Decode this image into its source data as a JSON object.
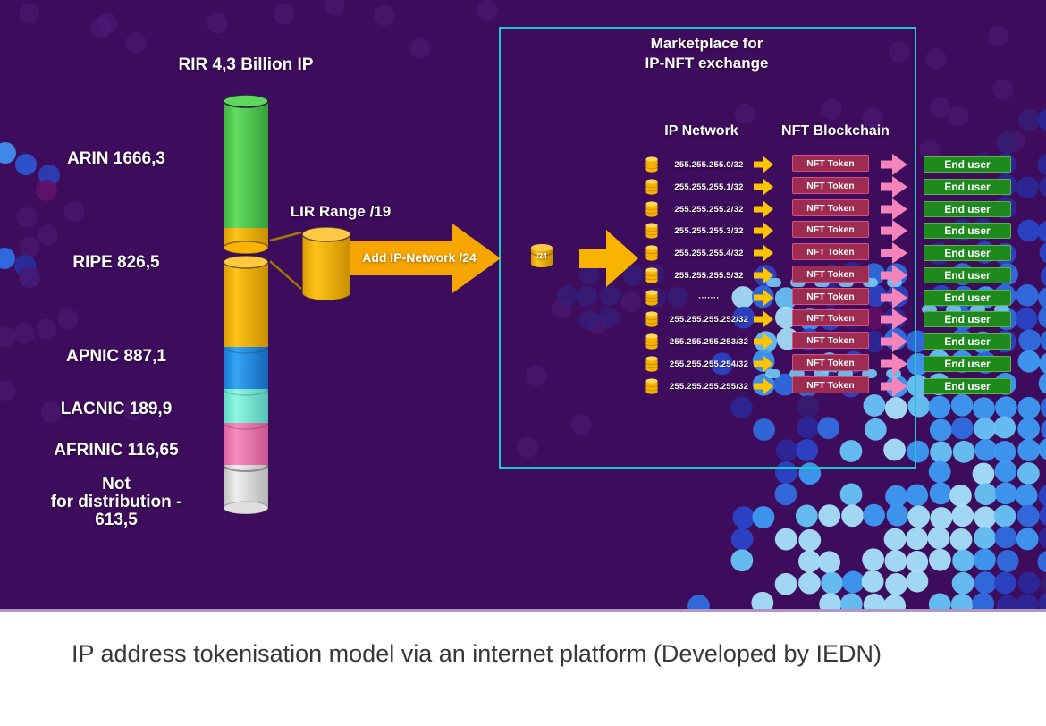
{
  "colors": {
    "background_purple": "#3E0C5C",
    "box_teal": "#1ECBC4",
    "arrow_orange": "#F7A600",
    "cylinder_orange": "#F7B300",
    "yellow_arrow": "#FFC400",
    "pink_arrow": "#F584BA",
    "nft_badge": "#9E2B50",
    "end_user_badge": "#1E8A1E"
  },
  "caption": "IP address tokenisation model via an internet platform (Developed by IEDN)",
  "rir_chart": {
    "title": "RIR 4,3 Billion IP",
    "side_labels": [
      "ARIN 1666,3",
      "RIPE 826,5",
      "APNIC 887,1",
      "LACNIC 189,9",
      "AFRINIC 116,65",
      "Not\nfor distribution -\n613,5"
    ],
    "segments": [
      {
        "name": "ARIN",
        "value": "1666,3",
        "color": "#4FCB4F"
      },
      {
        "name": "RIPE",
        "value": "826,5",
        "color": "#F7B300"
      },
      {
        "name": "APNIC",
        "value": "887,1",
        "color": "#1E96F0"
      },
      {
        "name": "LACNIC",
        "value": "189,9",
        "color": "#7FF0DC"
      },
      {
        "name": "AFRINIC",
        "value": "116,65",
        "color": "#F279B2"
      },
      {
        "name": "Not for distribution",
        "value": "613,5",
        "color": "#D9D9D9"
      }
    ]
  },
  "lir": {
    "label": "LIR Range /19"
  },
  "flow_arrow": {
    "label": "Add IP-Network /24"
  },
  "inner_cylinder_label": "/24",
  "marketplace": {
    "title_line1": "Marketplace for",
    "title_line2": "IP-NFT exchange",
    "col_ip": "IP Network",
    "col_nft": "NFT Blockchain",
    "token_label": "NFT Token",
    "end_user_label": "End user",
    "rows": [
      {
        "ip": "255.255.255.0/32"
      },
      {
        "ip": "255.255.255.1/32"
      },
      {
        "ip": "255.255.255.2/32"
      },
      {
        "ip": "255.255.255.3/32"
      },
      {
        "ip": "255.255.255.4/32"
      },
      {
        "ip": "255.255.255.5/32"
      },
      {
        "ip": "·······",
        "ellipsis": true
      },
      {
        "ip": "255.255.255.252/32"
      },
      {
        "ip": "255.255.255.253/32"
      },
      {
        "ip": "255.255.255.254/32"
      },
      {
        "ip": "255.255.255.255/32"
      }
    ]
  }
}
